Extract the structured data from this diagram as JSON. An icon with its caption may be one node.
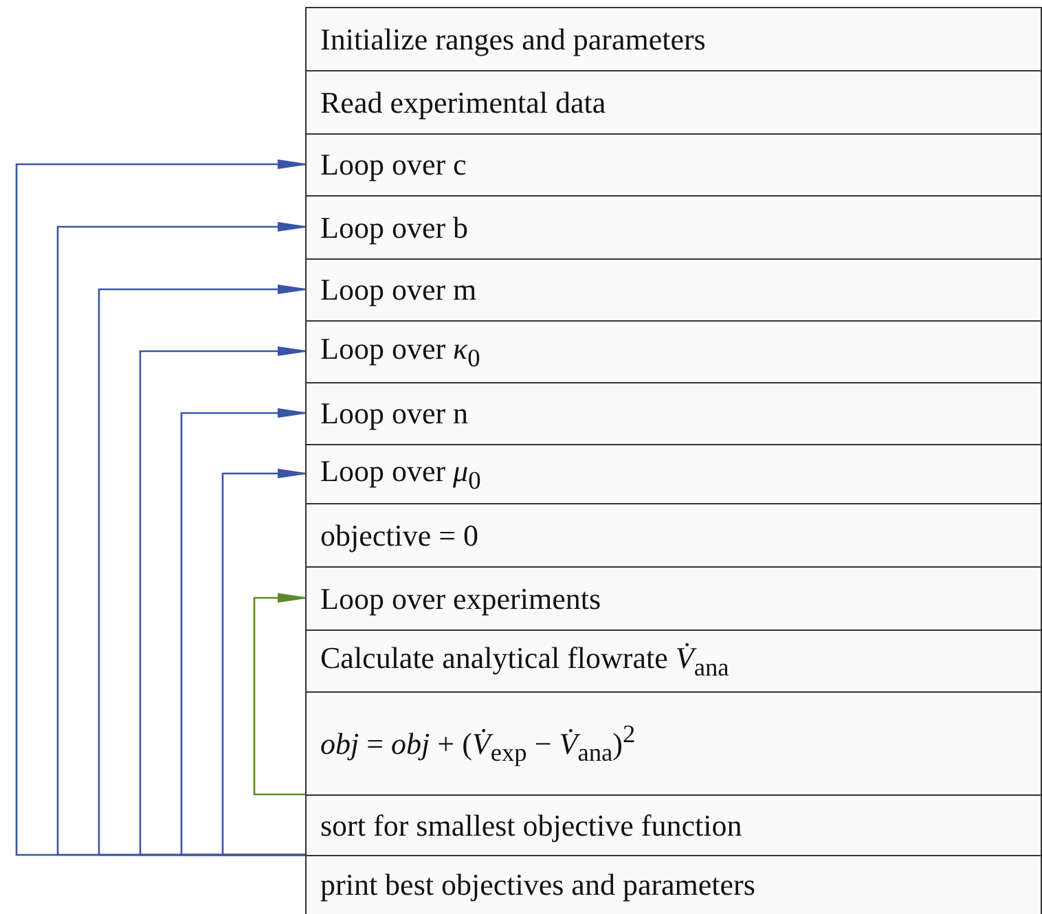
{
  "diagram": {
    "nodes": [
      {
        "text": [
          "Initialize ranges and parameters"
        ]
      },
      {
        "text": [
          "Read experimental data"
        ]
      },
      {
        "text": [
          "Loop over c"
        ]
      },
      {
        "text": [
          "Loop over b"
        ]
      },
      {
        "text": [
          "Loop over m"
        ]
      },
      {
        "text": [
          "Loop over *κ*$_{0}$"
        ]
      },
      {
        "text": [
          "Loop over n"
        ]
      },
      {
        "text": [
          "Loop over *μ*$_{0}$"
        ]
      },
      {
        "text": [
          "objective = 0"
        ]
      },
      {
        "text": [
          "Loop over experiments"
        ]
      },
      {
        "text": [
          "Calculate analytical flowrate *V̇*$_{ana}$"
        ]
      },
      {
        "text": [
          "*obj* = *obj* + (*V̇*$_{exp}$ − *V̇*$_{ana}$)$^{2}$"
        ]
      },
      {
        "text": [
          "sort for smallest objective function"
        ]
      },
      {
        "text": [
          "print best objectives and parameters"
        ]
      }
    ],
    "edges": [
      {
        "from": 12,
        "to": 2,
        "arrow": "to"
      },
      {
        "from": 12,
        "to": 3,
        "arrow": "to"
      },
      {
        "from": 12,
        "to": 4,
        "arrow": "to"
      },
      {
        "from": 12,
        "to": 5,
        "arrow": "to"
      },
      {
        "from": 12,
        "to": 6,
        "arrow": "to"
      },
      {
        "from": 12,
        "to": 7,
        "arrow": "to"
      },
      {
        "from": 11,
        "to": 9,
        "arrow": "to",
        "color": "#5a8a2a"
      }
    ]
  }
}
